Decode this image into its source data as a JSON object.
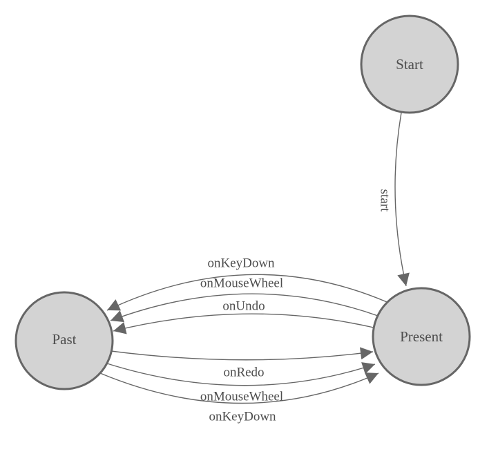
{
  "diagram": {
    "colors": {
      "background": "#ffffff",
      "node_fill": "#d3d3d3",
      "node_stroke": "#666666",
      "edge": "#666666",
      "text": "#4d4d4d"
    },
    "nodes": [
      {
        "id": "start",
        "label": "Start"
      },
      {
        "id": "present",
        "label": "Present"
      },
      {
        "id": "past",
        "label": "Past"
      }
    ],
    "edges": [
      {
        "id": "start-to-present",
        "label": "start",
        "from": "Start",
        "to": "Present"
      },
      {
        "id": "present-to-past-onkeydown",
        "label": "onKeyDown",
        "from": "Present",
        "to": "Past"
      },
      {
        "id": "present-to-past-onmousewheel",
        "label": "onMouseWheel",
        "from": "Present",
        "to": "Past"
      },
      {
        "id": "present-to-past-onundo",
        "label": "onUndo",
        "from": "Present",
        "to": "Past"
      },
      {
        "id": "past-to-present-onredo",
        "label": "onRedo",
        "from": "Past",
        "to": "Present"
      },
      {
        "id": "past-to-present-onmousewheel",
        "label": "onMouseWheel",
        "from": "Past",
        "to": "Present"
      },
      {
        "id": "past-to-present-onkeydown",
        "label": "onKeyDown",
        "from": "Past",
        "to": "Present"
      }
    ]
  }
}
